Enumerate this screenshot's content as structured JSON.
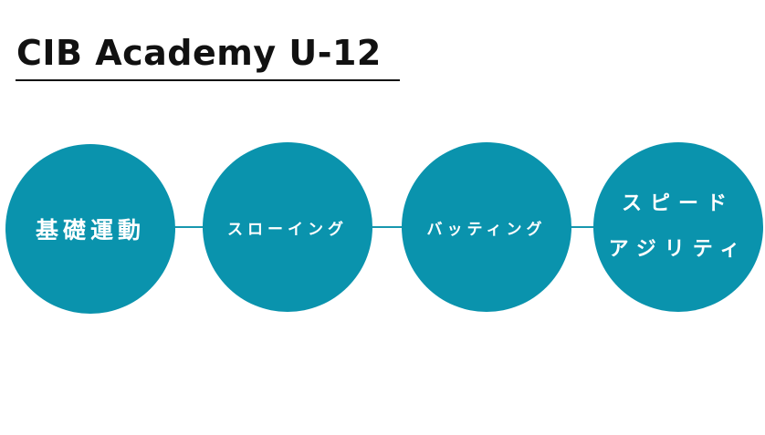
{
  "title": "CIB Academy U-12",
  "colors": {
    "circle": "#0a93ad",
    "connector": "#1797ae",
    "title": "#111111"
  },
  "steps": [
    {
      "lines": [
        "基礎運動"
      ]
    },
    {
      "lines": [
        "スローイング"
      ]
    },
    {
      "lines": [
        "バッティング"
      ]
    },
    {
      "lines": [
        "スピード",
        "アジリティ"
      ]
    }
  ]
}
